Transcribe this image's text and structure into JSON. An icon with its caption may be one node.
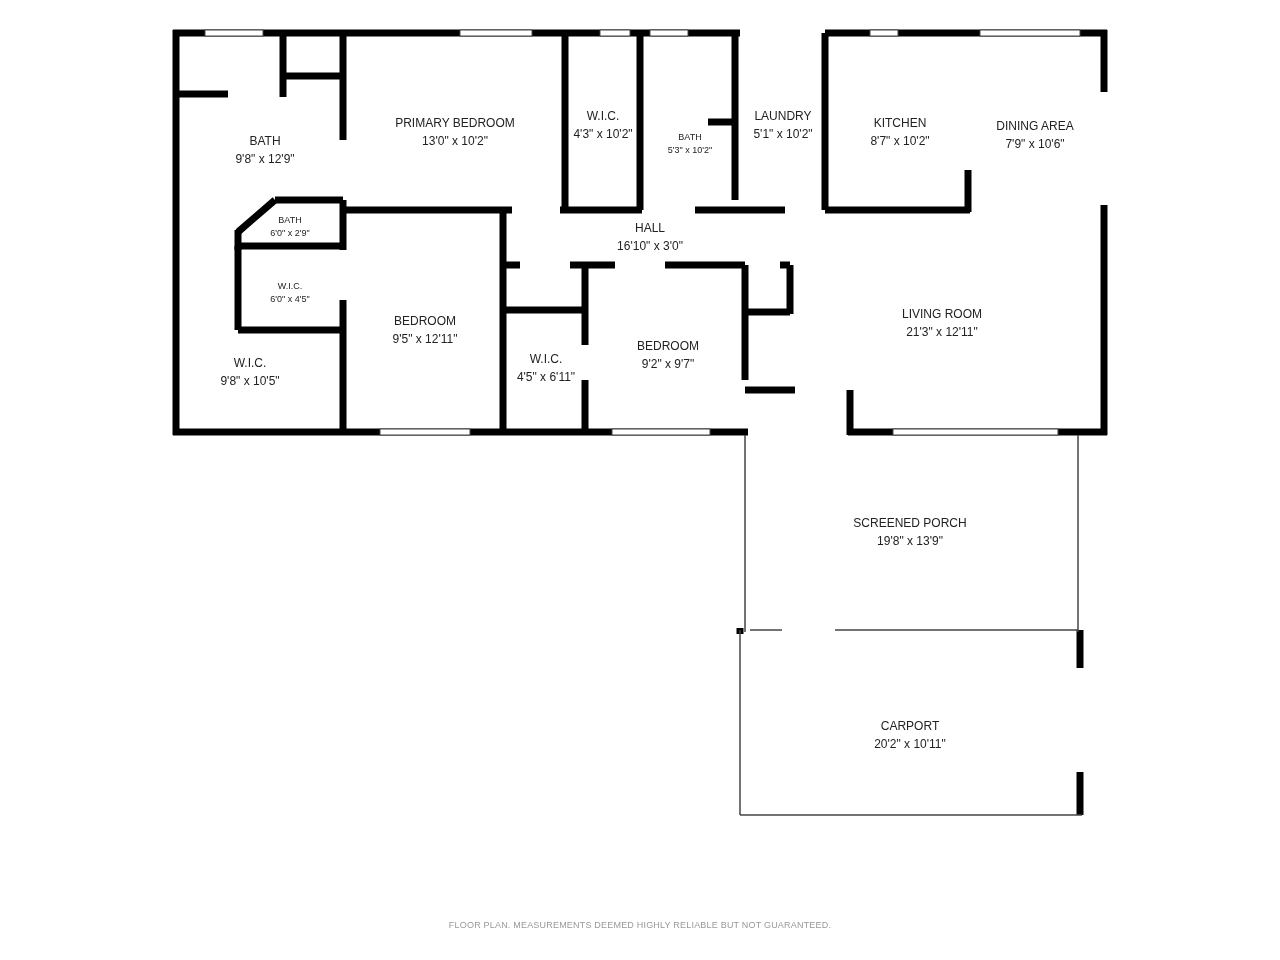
{
  "diagram": {
    "nodes": [
      {
        "text": [
          "BATH",
          "9'8\" x 12'9\""
        ]
      },
      {
        "text": [
          "PRIMARY BEDROOM",
          "13'0\" x 10'2\""
        ]
      },
      {
        "text": [
          "W.I.C.",
          "4'3\" x 10'2\""
        ]
      },
      {
        "text": [
          "BATH",
          "5'3\" x 10'2\""
        ]
      },
      {
        "text": [
          "LAUNDRY",
          "5'1\" x 10'2\""
        ]
      },
      {
        "text": [
          "KITCHEN",
          "8'7\" x 10'2\""
        ]
      },
      {
        "text": [
          "DINING AREA",
          "7'9\" x 10'6\""
        ]
      },
      {
        "text": [
          "BATH",
          "6'0\" x 2'9\""
        ]
      },
      {
        "text": [
          "HALL",
          "16'10\" x 3'0\""
        ]
      },
      {
        "text": [
          "W.I.C.",
          "6'0\" x 4'5\""
        ]
      },
      {
        "text": [
          "BEDROOM",
          "9'5\" x 12'11\""
        ]
      },
      {
        "text": [
          "BEDROOM",
          "9'2\" x 9'7\""
        ]
      },
      {
        "text": [
          "LIVING ROOM",
          "21'3\" x 12'11\""
        ]
      },
      {
        "text": [
          "W.I.C.",
          "9'8\" x 10'5\""
        ]
      },
      {
        "text": [
          "W.I.C.",
          "4'5\" x 6'11\""
        ]
      },
      {
        "text": [
          "SCREENED PORCH",
          "19'8\" x 13'9\""
        ]
      },
      {
        "text": [
          "CARPORT",
          "20'2\" x 10'11\""
        ]
      }
    ],
    "labels": [
      "FLOOR PLAN. MEASUREMENTS DEEMED HIGHLY RELIABLE BUT NOT GUARANTEED."
    ]
  }
}
